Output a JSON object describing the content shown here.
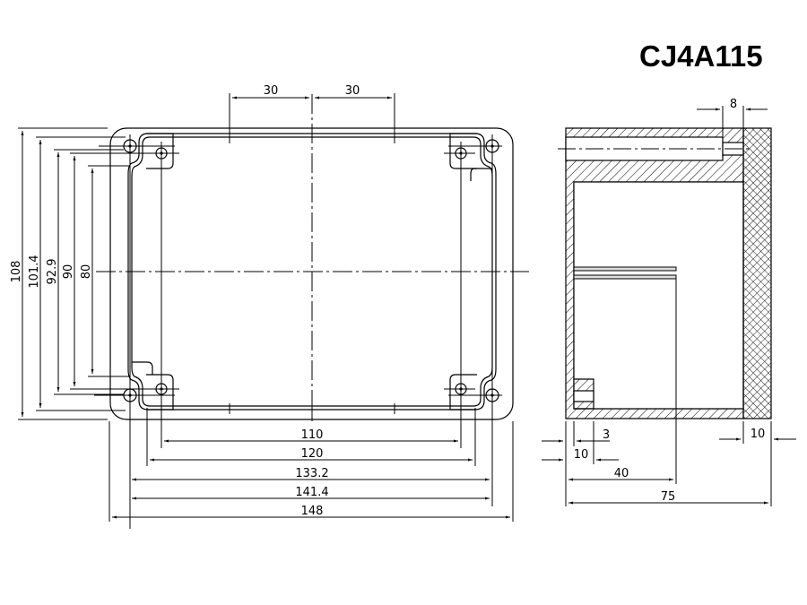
{
  "title": "CJ4A115",
  "colors": {
    "line": "#000000",
    "background": "#ffffff"
  },
  "top_view": {
    "left_dimensions": [
      {
        "label": "108"
      },
      {
        "label": "101.4"
      },
      {
        "label": "92.9"
      },
      {
        "label": "90"
      },
      {
        "label": "80"
      }
    ],
    "top_dimensions": [
      {
        "label": "30"
      },
      {
        "label": "30"
      }
    ],
    "bottom_dimensions": [
      {
        "label": "110"
      },
      {
        "label": "120"
      },
      {
        "label": "133.2"
      },
      {
        "label": "141.4"
      },
      {
        "label": "148"
      }
    ]
  },
  "side_view": {
    "dimensions": {
      "top_offset": "8",
      "wall_left_inner": "3",
      "wall_left_outer": "10",
      "lid_thickness": "10",
      "partial_depth": "40",
      "total_depth": "75"
    }
  }
}
